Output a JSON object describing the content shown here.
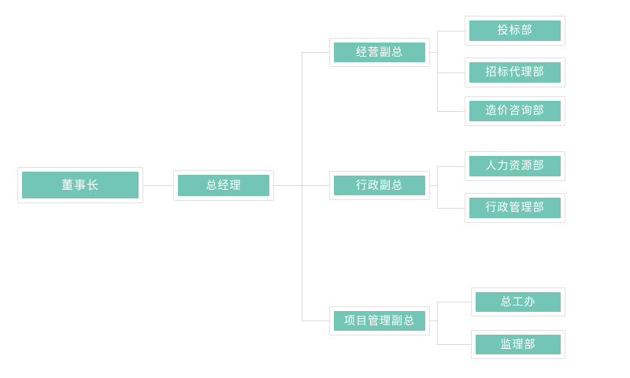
{
  "diagram": {
    "type": "organization-chart",
    "orientation": "left-to-right",
    "title": "",
    "colors": {
      "node_fill": "#73c6b6",
      "node_frame": "#ffffff",
      "node_border": "#e2e2e2",
      "connector": "#dcdcdc",
      "label_text": "#ffffff",
      "background": "#ffffff"
    },
    "nodes": {
      "chairman": {
        "label": "董事长",
        "level": 1
      },
      "general_manager": {
        "label": "总经理",
        "level": 2
      },
      "vp_business": {
        "label": "经营副总",
        "level": 3
      },
      "vp_admin": {
        "label": "行政副总",
        "level": 3
      },
      "vp_project": {
        "label": "项目管理副总",
        "level": 3
      },
      "dept_bidding": {
        "label": "投标部",
        "level": 4
      },
      "dept_tender_agency": {
        "label": "招标代理部",
        "level": 4
      },
      "dept_cost_consulting": {
        "label": "造价咨询部",
        "level": 4
      },
      "dept_hr": {
        "label": "人力资源部",
        "level": 4
      },
      "dept_admin_mgmt": {
        "label": "行政管理部",
        "level": 4
      },
      "dept_chief_engineer": {
        "label": "总工办",
        "level": 4
      },
      "dept_supervision": {
        "label": "监理部",
        "level": 4
      }
    },
    "edges": [
      {
        "from": "chairman",
        "to": "general_manager"
      },
      {
        "from": "general_manager",
        "to": "vp_business"
      },
      {
        "from": "general_manager",
        "to": "vp_admin"
      },
      {
        "from": "general_manager",
        "to": "vp_project"
      },
      {
        "from": "vp_business",
        "to": "dept_bidding"
      },
      {
        "from": "vp_business",
        "to": "dept_tender_agency"
      },
      {
        "from": "vp_business",
        "to": "dept_cost_consulting"
      },
      {
        "from": "vp_admin",
        "to": "dept_hr"
      },
      {
        "from": "vp_admin",
        "to": "dept_admin_mgmt"
      },
      {
        "from": "vp_project",
        "to": "dept_chief_engineer"
      },
      {
        "from": "vp_project",
        "to": "dept_supervision"
      }
    ]
  }
}
